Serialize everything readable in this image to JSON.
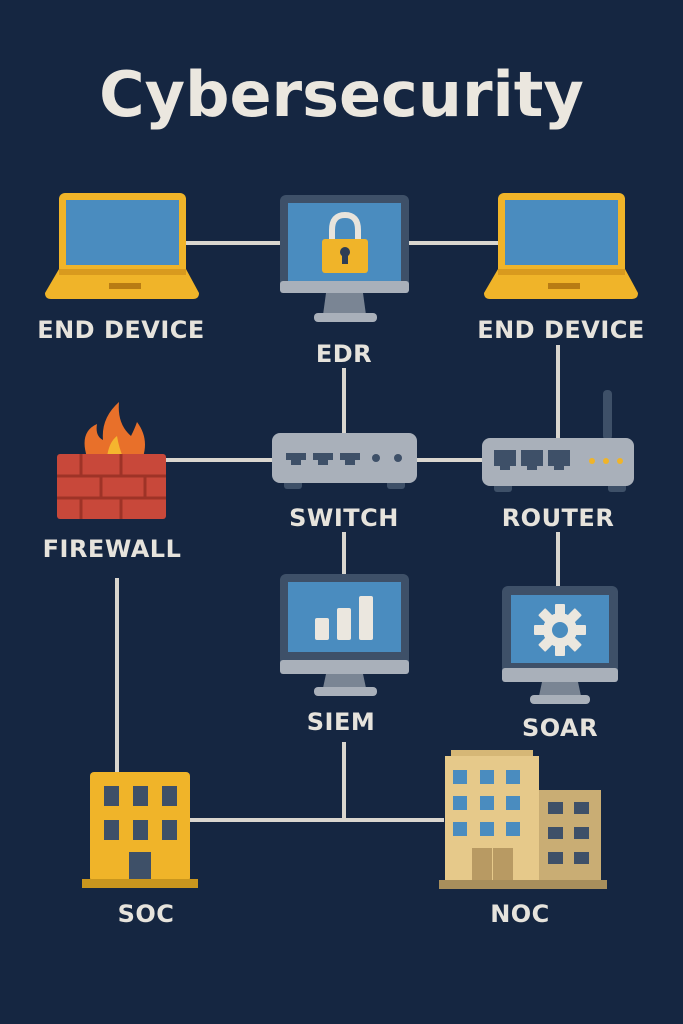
{
  "title": "Cybersecurity",
  "colors": {
    "background": "#152641",
    "connector": "#d9d6cf",
    "label_text": "#e6e3dc",
    "laptop_body": "#f0b429",
    "screen_blue": "#4a8cbf",
    "monitor_frame": "#3e5068",
    "device_gray": "#a9b0ba",
    "brick_red": "#c8483a",
    "flame_orange": "#e8702a",
    "soc_yellow": "#f0b429",
    "noc_tan": "#e6c98a"
  },
  "nodes": {
    "end_device_left": {
      "label": "END DEVICE",
      "icon": "laptop-icon"
    },
    "edr": {
      "label": "EDR",
      "icon": "monitor-lock-icon"
    },
    "end_device_right": {
      "label": "END DEVICE",
      "icon": "laptop-icon"
    },
    "firewall": {
      "label": "FIREWALL",
      "icon": "firewall-icon"
    },
    "switch": {
      "label": "SWITCH",
      "icon": "switch-icon"
    },
    "router": {
      "label": "ROUTER",
      "icon": "router-icon"
    },
    "siem": {
      "label": "SIEM",
      "icon": "monitor-bar-chart-icon"
    },
    "soar": {
      "label": "SOAR",
      "icon": "monitor-gear-icon"
    },
    "soc": {
      "label": "SOC",
      "icon": "building-icon"
    },
    "noc": {
      "label": "NOC",
      "icon": "office-buildings-icon"
    }
  },
  "connections": [
    [
      "END DEVICE (left)",
      "EDR"
    ],
    [
      "EDR",
      "END DEVICE (right)"
    ],
    [
      "EDR",
      "SWITCH"
    ],
    [
      "END DEVICE (right)",
      "ROUTER"
    ],
    [
      "FIREWALL",
      "SWITCH"
    ],
    [
      "SWITCH",
      "ROUTER"
    ],
    [
      "SWITCH",
      "SIEM"
    ],
    [
      "ROUTER",
      "SOAR"
    ],
    [
      "FIREWALL",
      "SOC"
    ],
    [
      "SOC",
      "NOC"
    ],
    [
      "SIEM",
      "NOC"
    ]
  ]
}
